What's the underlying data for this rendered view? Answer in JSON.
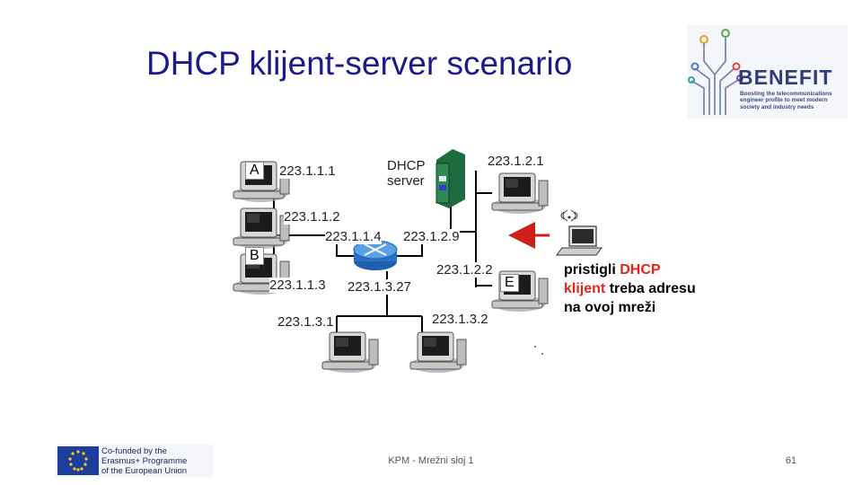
{
  "slide": {
    "title": "DHCP klijent-server scenario",
    "footer": "KPM - Mrežni sloj 1",
    "page_number": "61"
  },
  "diagram": {
    "host_a": "A",
    "host_b": "B",
    "host_e": "E",
    "server_line1": "DHCP",
    "server_line2": "server",
    "ip_labels": {
      "a": "223.1.1.1",
      "b_top": "223.1.1.2",
      "router_left": "223.1.1.4",
      "router_right": "223.1.2.9",
      "server_ip": "223.1.2.1",
      "e_ip": "223.1.2.2",
      "b_bottom": "223.1.1.3",
      "router_bottom": "223.1.3.27",
      "bottom_left": "223.1.3.1",
      "bottom_right": "223.1.3.2"
    }
  },
  "note": {
    "w1": "pristigli",
    "w2": "DHCP",
    "w3": "klijent",
    "w4": "treba adresu na ovoj mreži"
  },
  "logos": {
    "benefit_name": "BENEFIT",
    "benefit_tag_1": "Boosting the telecommunications",
    "benefit_tag_2": "engineer profile to meet modern",
    "benefit_tag_3": "society and industry needs",
    "eu_line1": "Co-funded by the",
    "eu_line2": "Erasmus+ Programme",
    "eu_line3": "of the European Union"
  },
  "colors": {
    "title": "#1a1a8c",
    "highlight": "#e0261c",
    "arrow": "#cc1f1a"
  }
}
